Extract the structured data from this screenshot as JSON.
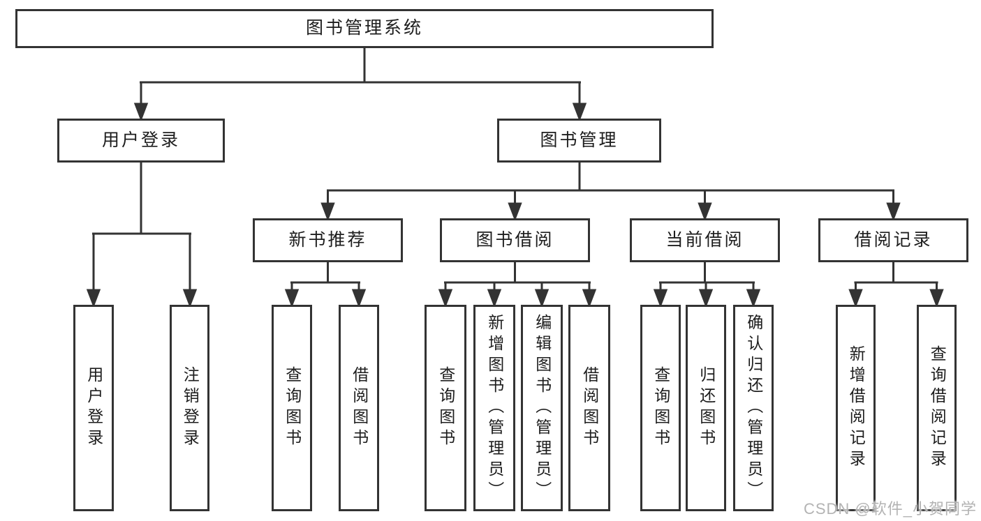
{
  "tree": {
    "label": "图书管理系统",
    "children": [
      {
        "label": "用户登录",
        "children": [
          {
            "label": "用户登录"
          },
          {
            "label": "注销登录"
          }
        ]
      },
      {
        "label": "图书管理",
        "children": [
          {
            "label": "新书推荐",
            "children": [
              {
                "label": "查询图书"
              },
              {
                "label": "借阅图书"
              }
            ]
          },
          {
            "label": "图书借阅",
            "children": [
              {
                "label": "查询图书"
              },
              {
                "label": "新增图书（管理员）"
              },
              {
                "label": "编辑图书（管理员）"
              },
              {
                "label": "借阅图书"
              }
            ]
          },
          {
            "label": "当前借阅",
            "children": [
              {
                "label": "查询图书"
              },
              {
                "label": "归还图书"
              },
              {
                "label": "确认归还（管理员）"
              }
            ]
          },
          {
            "label": "借阅记录",
            "children": [
              {
                "label": "新增借阅记录"
              },
              {
                "label": "查询借阅记录"
              }
            ]
          }
        ]
      }
    ]
  },
  "watermark": {
    "text": "CSDN @软件_小贺同学"
  },
  "colors": {
    "line": "#333333",
    "box_border": "#333333",
    "text": "#1d1d1d",
    "background": "#ffffff",
    "watermark": "#b3b3b3"
  }
}
